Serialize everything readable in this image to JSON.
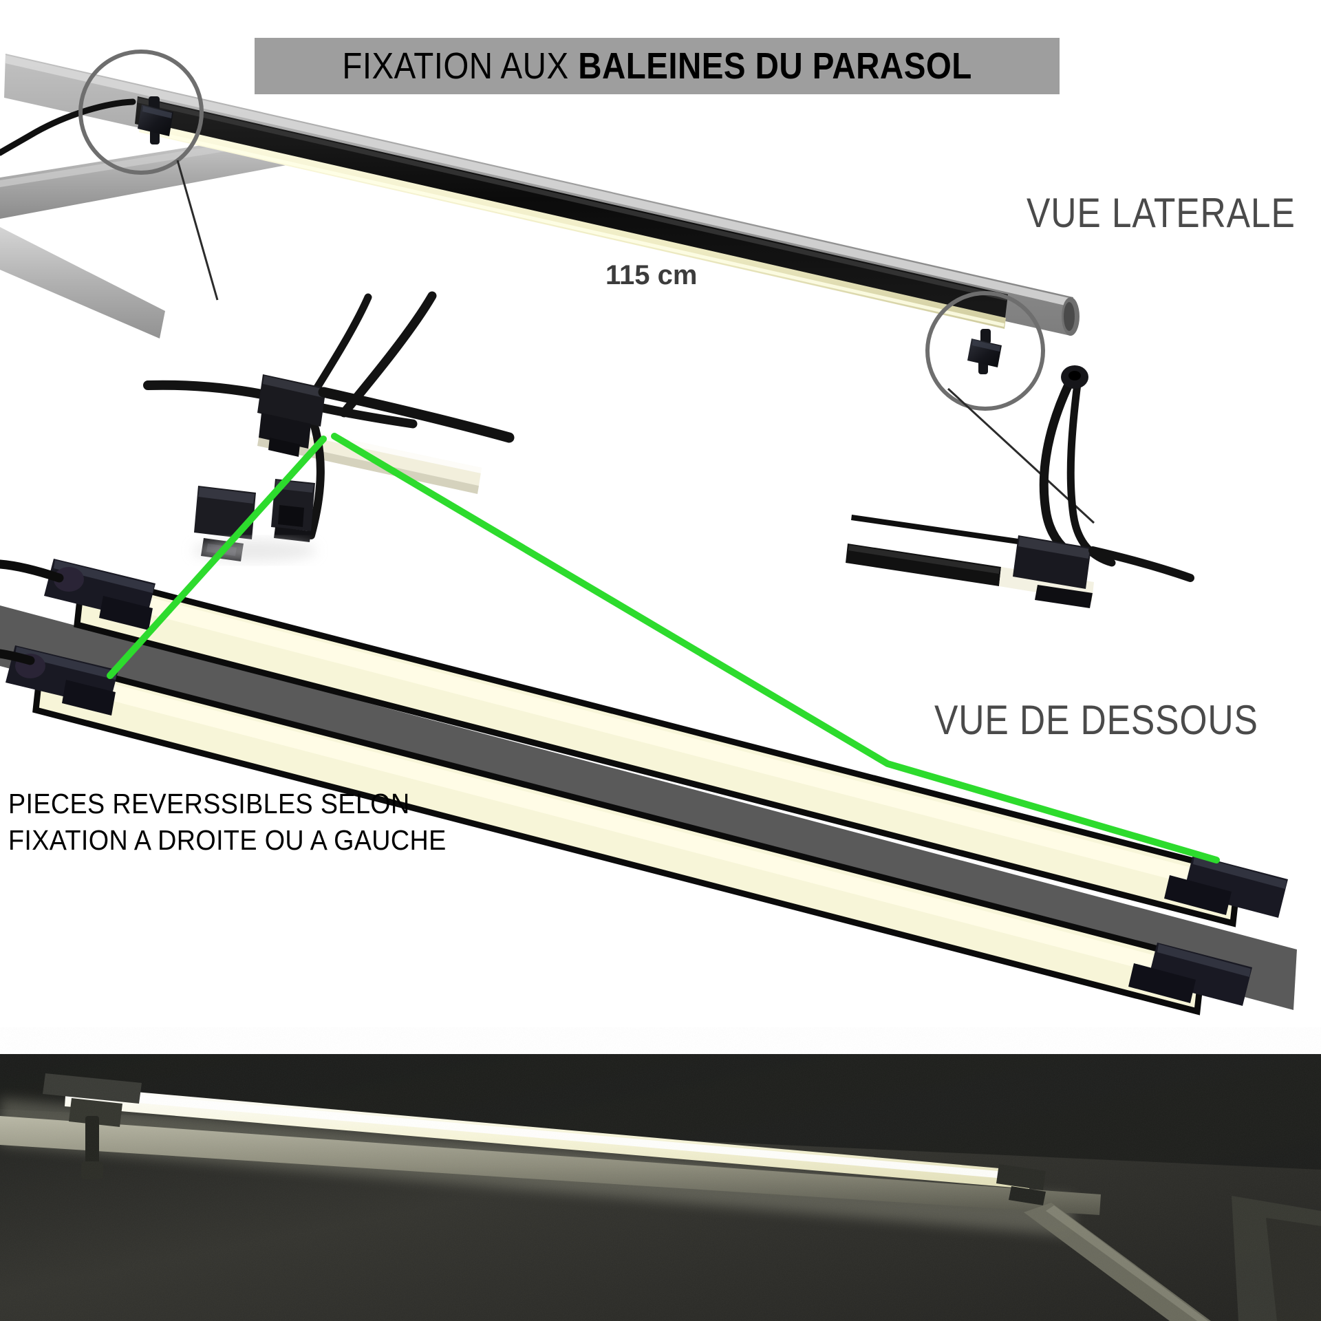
{
  "banner": {
    "prefix": "FIXATION AUX ",
    "emphasis": "BALEINES DU PARASOL",
    "full_text": "FIXATION AUX BALEINES DU PARASOL",
    "background_color": "#9e9e9e",
    "text_color": "#000000"
  },
  "captions": {
    "side_view": "VUE LATERALE",
    "bottom_view": "VUE DE DESSOUS",
    "color": "#4a4a4a"
  },
  "dimension": {
    "length_label": "115 cm",
    "color": "#3c3c3c"
  },
  "note": {
    "line1": "PIECES REVERSSIBLES SELON",
    "line2": "FIXATION A DROITE OU  A GAUCHE",
    "color": "#000000"
  },
  "colors": {
    "banner_gray": "#9e9e9e",
    "caption_gray": "#4a4a4a",
    "callout_circle": "#6e6e6e",
    "leader_line": "#2b2b2b",
    "highlight_green": "#2ddb2d",
    "umbrella_rib_gray": "#9b9b9b",
    "rib_dark_gray": "#5a5a5a",
    "led_housing_black": "#111111",
    "led_glow_cream": "#f6f3d0",
    "clip_black": "#1b1b22",
    "photo_night_dark": "#2e2e2c",
    "photo_led_white": "#efefdc"
  },
  "graphics": {
    "callout_left": "circle-callout-clip-on-rib",
    "callout_right": "circle-callout-clip-end",
    "detail_center": "cable-tie-and-clip-detail",
    "clip_pieces": "two-reversible-black-clips",
    "green_pointer_lines": "green-leader-lines-to-clips",
    "bottom_photo": "night-photo-led-bar-under-parasol"
  }
}
